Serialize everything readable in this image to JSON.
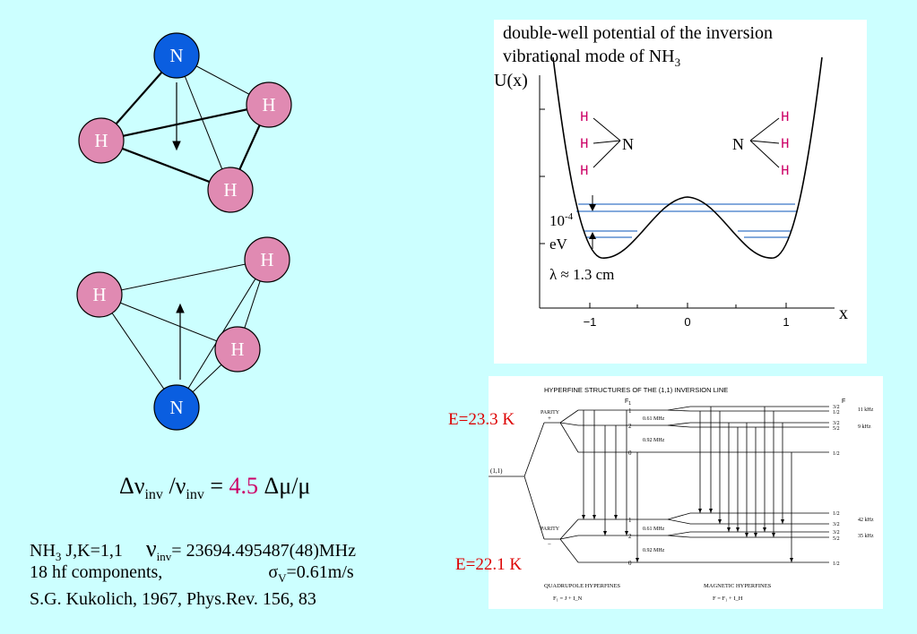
{
  "molecules": {
    "top": {
      "atoms": [
        "N",
        "H",
        "H",
        "H"
      ]
    },
    "bottom": {
      "atoms": [
        "H",
        "H",
        "H",
        "N"
      ]
    }
  },
  "formula": {
    "lhs": "Δν",
    "lhs_sub": "inv",
    "slash": " /ν",
    "rhs_sub": "inv",
    "eq": " = ",
    "coeff": "4.5",
    "tail": " Δμ/μ"
  },
  "info": {
    "line1_a": "NH",
    "line1_sub": "3",
    "line1_b": " J,K=1,1",
    "line1_nu": "ν",
    "line1_nu_sub": "inv",
    "line1_val": "= 23694.495487(48)MHz",
    "line2_a": "18 hf components,",
    "line2_sigma": "σ",
    "line2_sigma_sub": "V",
    "line2_val": "=0.61m/s",
    "line3": "S.G. Kukolich, 1967, Phys.Rev. 156, 83"
  },
  "potential": {
    "caption_line1": "double-well potential of the inversion",
    "caption_line2_a": "vibrational mode of NH",
    "caption_line2_sub": "3",
    "ylabel": "U(x)",
    "xlabel": "x",
    "x_ticks": [
      "−1",
      "0",
      "1"
    ],
    "left_H": [
      "H",
      "H",
      "H"
    ],
    "left_N": "N",
    "right_H": [
      "H",
      "H",
      "H"
    ],
    "right_N": "N",
    "splitting_a": "10",
    "splitting_exp": "-4",
    "splitting_unit": "eV",
    "wavelength": "λ ≈ 1.3 cm"
  },
  "hyperfine": {
    "title": "HYPERFINE STRUCTURES OF THE (1,1) INVERSION LINE",
    "f1_header": "F",
    "f1_header_sub": "1",
    "f_header": "F",
    "parity_plus": "PARITY",
    "parity_plus_sign": "+",
    "parity_minus": "PARITY",
    "parity_minus_sign": "−",
    "level_11": "(1,1)",
    "upper_f1": [
      "1",
      "2",
      "0"
    ],
    "lower_f1": [
      "1",
      "2",
      "0"
    ],
    "upper_spacings": [
      "0.61 MHz",
      "0.92 MHz"
    ],
    "lower_spacings": [
      "0.61 MHz",
      "0.92 MHz"
    ],
    "upper_f": [
      "3/2",
      "1/2",
      "3/2",
      "5/2",
      "1/2"
    ],
    "lower_f": [
      "1/2",
      "3/2",
      "3/2",
      "5/2",
      "1/2"
    ],
    "upper_khz": [
      "11 kHz",
      "9 kHz"
    ],
    "lower_khz": [
      "42 kHz",
      "35 kHz"
    ],
    "quad_label": "QUADRUPOLE HYPERFINES",
    "quad_formula": "F₁ = J + I_N",
    "mag_label": "MAGNETIC HYPERFINES",
    "mag_formula": "F = F₁ + I_H"
  },
  "energies": {
    "upper": "E=23.3 K",
    "lower": "E=22.1 K"
  }
}
